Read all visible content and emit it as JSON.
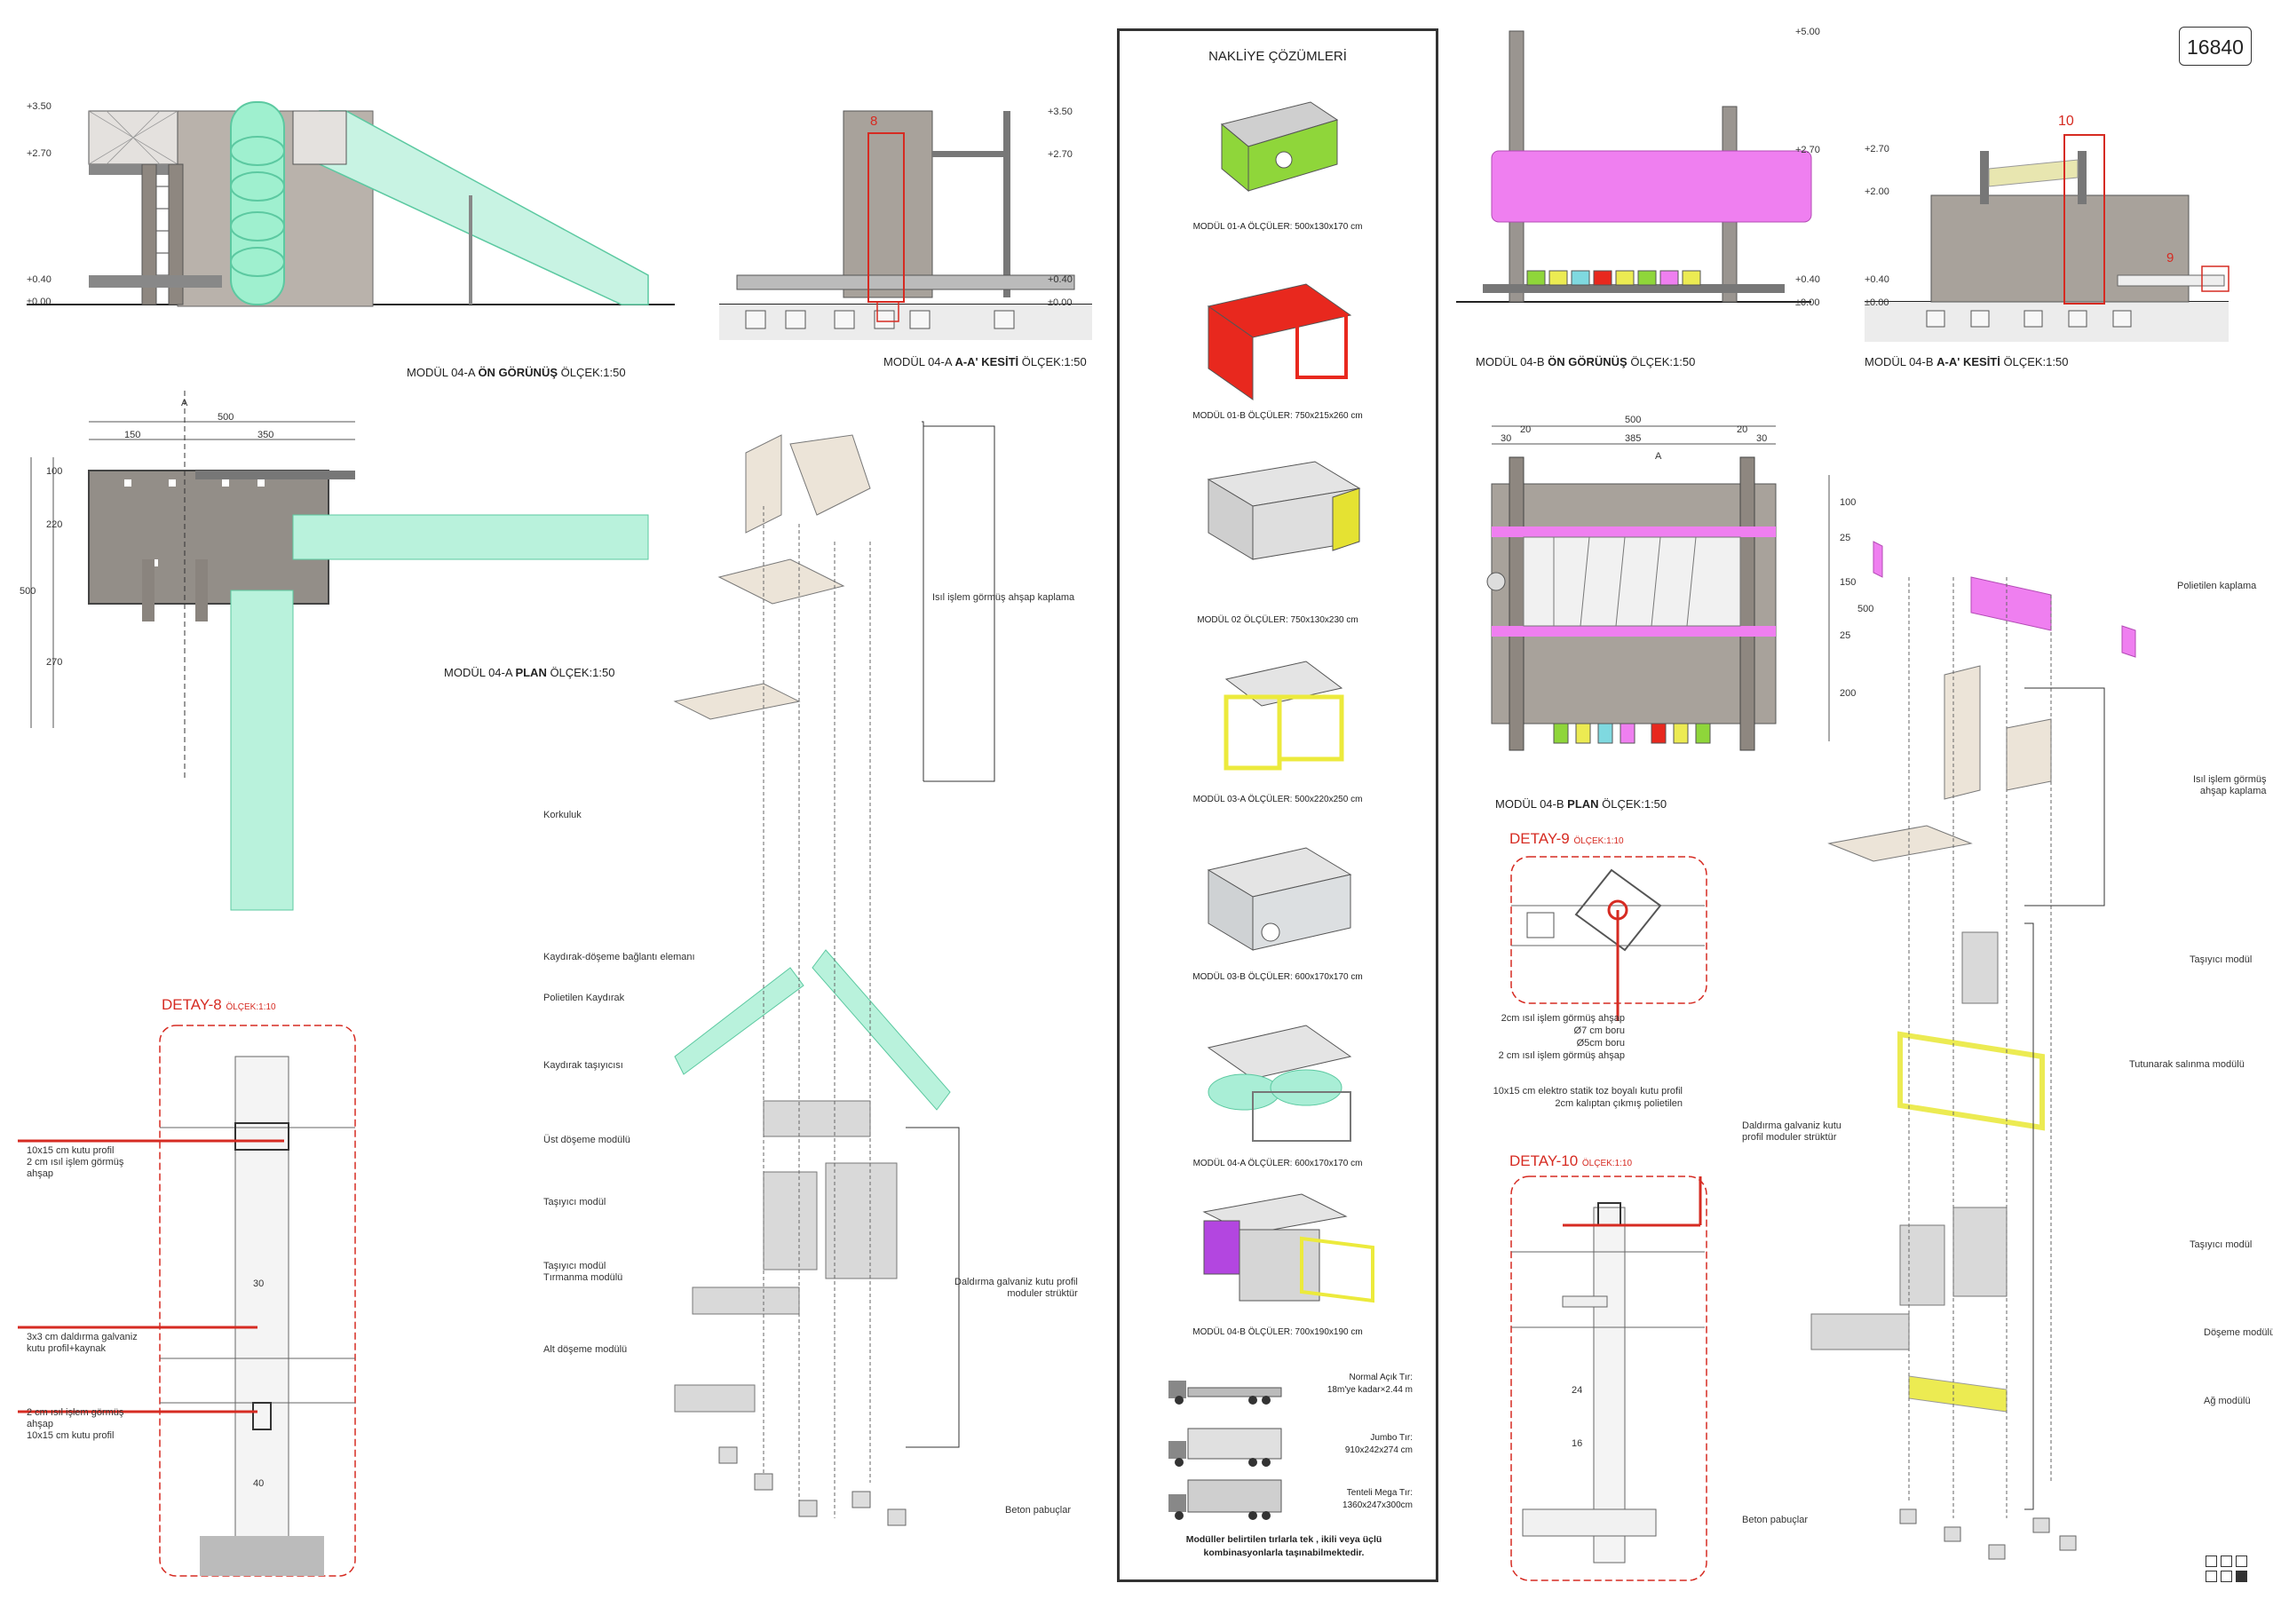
{
  "sheet_id": "16840",
  "captions": {
    "m04a_front": [
      "MODÜL 04-A ",
      "ÖN GÖRÜNÜŞ",
      "  ÖLÇEK:1:50"
    ],
    "m04a_section": [
      "MODÜL 04-A ",
      "A-A' KESİTİ",
      " ÖLÇEK:1:50"
    ],
    "m04a_plan": [
      "MODÜL 04-A ",
      "PLAN",
      "  ÖLÇEK:1:50"
    ],
    "m04b_front": [
      "MODÜL 04-B ",
      "ÖN GÖRÜNÜŞ",
      "  ÖLÇEK:1:50"
    ],
    "m04b_section": [
      "MODÜL 04-B ",
      "A-A' KESİTİ",
      " ÖLÇEK:1:50"
    ],
    "m04b_plan": [
      "MODÜL 04-B ",
      "PLAN",
      "  ÖLÇEK:1:50"
    ]
  },
  "levels": {
    "a_front": [
      "+3.50",
      "+2.70",
      "+0.40",
      "±0.00"
    ],
    "a_section": [
      "+3.50",
      "+2.70",
      "+0.40",
      "±0.00"
    ],
    "b_front": [
      "+5.00",
      "+2.70",
      "+0.40",
      "±0.00"
    ],
    "b_section": [
      "+2.70",
      "+2.00",
      "+0.40",
      "±0.00"
    ]
  },
  "dims": {
    "a_plan_top": [
      "500",
      "150",
      "350"
    ],
    "a_plan_left": [
      "100",
      "220",
      "500",
      "270"
    ],
    "b_plan_top": [
      "500",
      "30",
      "20",
      "385",
      "20",
      "30"
    ],
    "b_plan_right": [
      "100",
      "25",
      "150",
      "25",
      "200",
      "500"
    ],
    "detail8": [
      "30",
      "40"
    ],
    "detail10": [
      "24",
      "16"
    ]
  },
  "markers": {
    "sec_a": "8",
    "sec_b_top": "10",
    "sec_b_right": "9",
    "plan_a": "A",
    "plan_b": "A"
  },
  "explode_a_labels": [
    "Isıl işlem görmüş ahşap kaplama",
    "Korkuluk",
    "Kaydırak-döşeme bağlantı elemanı",
    "Polietilen Kaydırak",
    "Kaydırak taşıyıcısı",
    "Üst döşeme modülü",
    "Taşıyıcı modül",
    "Taşıyıcı modül\nTırmanma modülü",
    "Daldırma galvaniz kutu profil\nmoduler strüktür",
    "Alt döşeme modülü",
    "Beton pabuçlar"
  ],
  "explode_b_labels": [
    "Polietilen kaplama",
    "Isıl işlem görmüş\nahşap kaplama",
    "Taşıyıcı modül",
    "Tutunarak salınma modülü",
    "Daldırma galvaniz kutu\nprofil moduler strüktür",
    "Taşıyıcı modül",
    "Döşeme modülü",
    "Ağ modülü",
    "Beton pabuçlar"
  ],
  "detail8": {
    "title": "DETAY-8",
    "scale": "ÖLÇEK:1:10",
    "notes": [
      "10x15 cm kutu profil\n2 cm ısıl işlem görmüş\nahşap",
      "3x3 cm daldırma galvaniz\nkutu profil+kaynak",
      "2 cm ısıl işlem görmüş\nahşap\n10x15 cm kutu profil"
    ]
  },
  "detail9": {
    "title": "DETAY-9",
    "scale": "ÖLÇEK:1:10",
    "notes": [
      "2cm ısıl işlem görmüş ahşap\nØ7 cm boru\nØ5cm boru\n2 cm ısıl işlem görmüş ahşap",
      "10x15 cm elektro statik toz boyalı kutu profil\n2cm kalıptan çıkmış polietilen"
    ]
  },
  "detail10": {
    "title": "DETAY-10",
    "scale": "ÖLÇEK:1:10"
  },
  "transport": {
    "title": "NAKLİYE ÇÖZÜMLERİ",
    "modules": [
      {
        "label": "MODÜL 01-A  ÖLÇÜLER: 500x130x170 cm",
        "color": "#8fd63a"
      },
      {
        "label": "MODÜL 01-B  ÖLÇÜLER: 750x215x260 cm",
        "color": "#e8281e"
      },
      {
        "label": "MODÜL 02  ÖLÇÜLER: 750x130x230 cm",
        "color": "#e5e232"
      },
      {
        "label": "MODÜL 03-A  ÖLÇÜLER: 500x220x250 cm",
        "color": "#ecea3c"
      },
      {
        "label": "MODÜL 03-B  ÖLÇÜLER: 600x170x170 cm",
        "color": "#cfd2d4"
      },
      {
        "label": "MODÜL 04-A  ÖLÇÜLER: 600x170x170 cm",
        "color": "#a9eed6"
      },
      {
        "label": "MODÜL 04-B  ÖLÇÜLER: 700x190x190 cm",
        "color": "#b346e0"
      }
    ],
    "trucks": [
      "Normal Açık Tır:\n18m'ye kadar×2.44 m",
      "Jumbo Tır:\n910x242x274 cm",
      "Tenteli Mega Tır:\n1360x247x300cm"
    ],
    "note": "Modüller belirtilen tırlarla tek , ikili veya üçlü kombinasyonlarla taşınabilmektedir."
  },
  "colors": {
    "slide": "#9ff0cf",
    "slide_stroke": "#5cc9a1",
    "wood": "#9a9590",
    "wood_light": "#c7c0b8",
    "pink": "#ef7ff0",
    "yellow": "#eceb52",
    "red": "#d62b22",
    "metal": "#c9ccce"
  }
}
